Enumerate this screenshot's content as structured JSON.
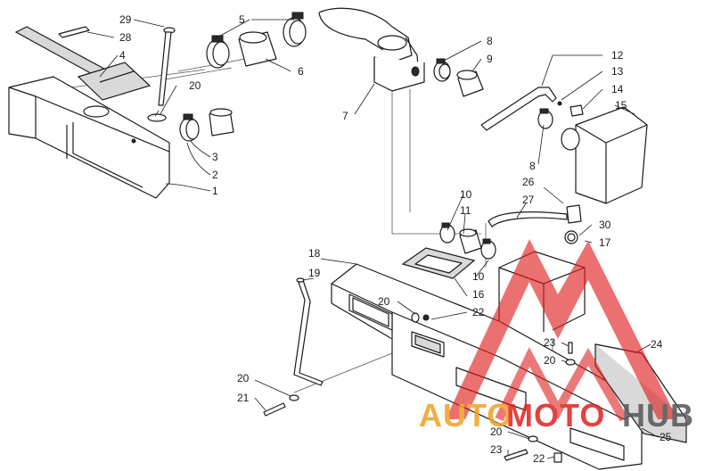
{
  "callouts": [
    {
      "id": "c29",
      "text": "29"
    },
    {
      "id": "c28",
      "text": "28"
    },
    {
      "id": "c4",
      "text": "4"
    },
    {
      "id": "c5",
      "text": "5"
    },
    {
      "id": "c6",
      "text": "6"
    },
    {
      "id": "c20a",
      "text": "20"
    },
    {
      "id": "c3",
      "text": "3"
    },
    {
      "id": "c2",
      "text": "2"
    },
    {
      "id": "c1",
      "text": "1"
    },
    {
      "id": "c7",
      "text": "7"
    },
    {
      "id": "c8a",
      "text": "8"
    },
    {
      "id": "c9",
      "text": "9"
    },
    {
      "id": "c12",
      "text": "12"
    },
    {
      "id": "c13",
      "text": "13"
    },
    {
      "id": "c14",
      "text": "14"
    },
    {
      "id": "c15",
      "text": "15"
    },
    {
      "id": "c8b",
      "text": "8"
    },
    {
      "id": "c26",
      "text": "26"
    },
    {
      "id": "c27",
      "text": "27"
    },
    {
      "id": "c10a",
      "text": "10"
    },
    {
      "id": "c11",
      "text": "11"
    },
    {
      "id": "c30",
      "text": "30"
    },
    {
      "id": "c17",
      "text": "17"
    },
    {
      "id": "c18",
      "text": "18"
    },
    {
      "id": "c19",
      "text": "19"
    },
    {
      "id": "c10b",
      "text": "10"
    },
    {
      "id": "c16",
      "text": "16"
    },
    {
      "id": "c20b",
      "text": "20"
    },
    {
      "id": "c22a",
      "text": "22"
    },
    {
      "id": "c23a",
      "text": "23"
    },
    {
      "id": "c24",
      "text": "24"
    },
    {
      "id": "c20c",
      "text": "20"
    },
    {
      "id": "c20d",
      "text": "20"
    },
    {
      "id": "c21",
      "text": "21"
    },
    {
      "id": "c20e",
      "text": "20"
    },
    {
      "id": "c25",
      "text": "25"
    },
    {
      "id": "c23b",
      "text": "23"
    },
    {
      "id": "c22b",
      "text": "22"
    }
  ],
  "watermark": {
    "text_auto": "AUTO",
    "text_moto": "MOTO",
    "text_hub": "HUB",
    "color_orange": "#f0a020",
    "color_red": "#e02020",
    "color_dark": "#555555"
  }
}
